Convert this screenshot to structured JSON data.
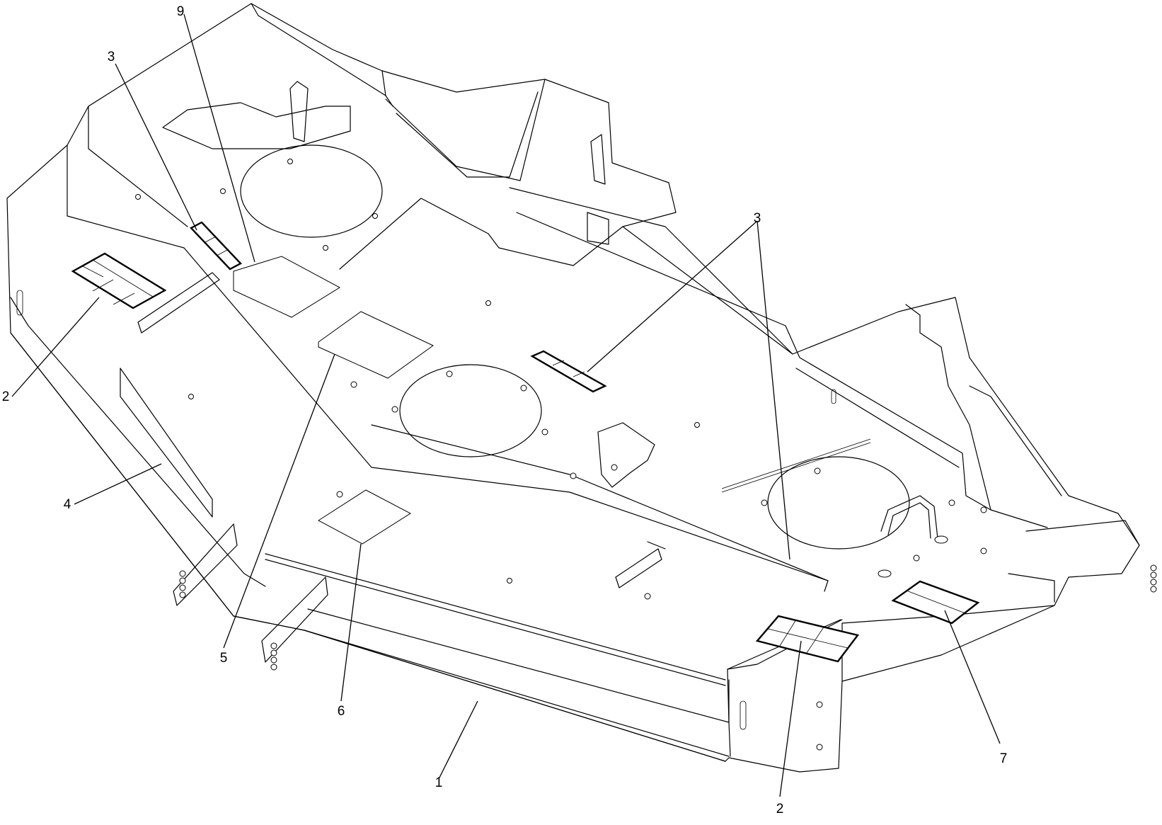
{
  "callouts": [
    {
      "id": "c1",
      "label": "1"
    },
    {
      "id": "c2a",
      "label": "2"
    },
    {
      "id": "c2b",
      "label": "2"
    },
    {
      "id": "c3a",
      "label": "3"
    },
    {
      "id": "c3b",
      "label": "3"
    },
    {
      "id": "c4",
      "label": "4"
    },
    {
      "id": "c5",
      "label": "5"
    },
    {
      "id": "c6",
      "label": "6"
    },
    {
      "id": "c7",
      "label": "7"
    },
    {
      "id": "c9",
      "label": "9"
    }
  ]
}
